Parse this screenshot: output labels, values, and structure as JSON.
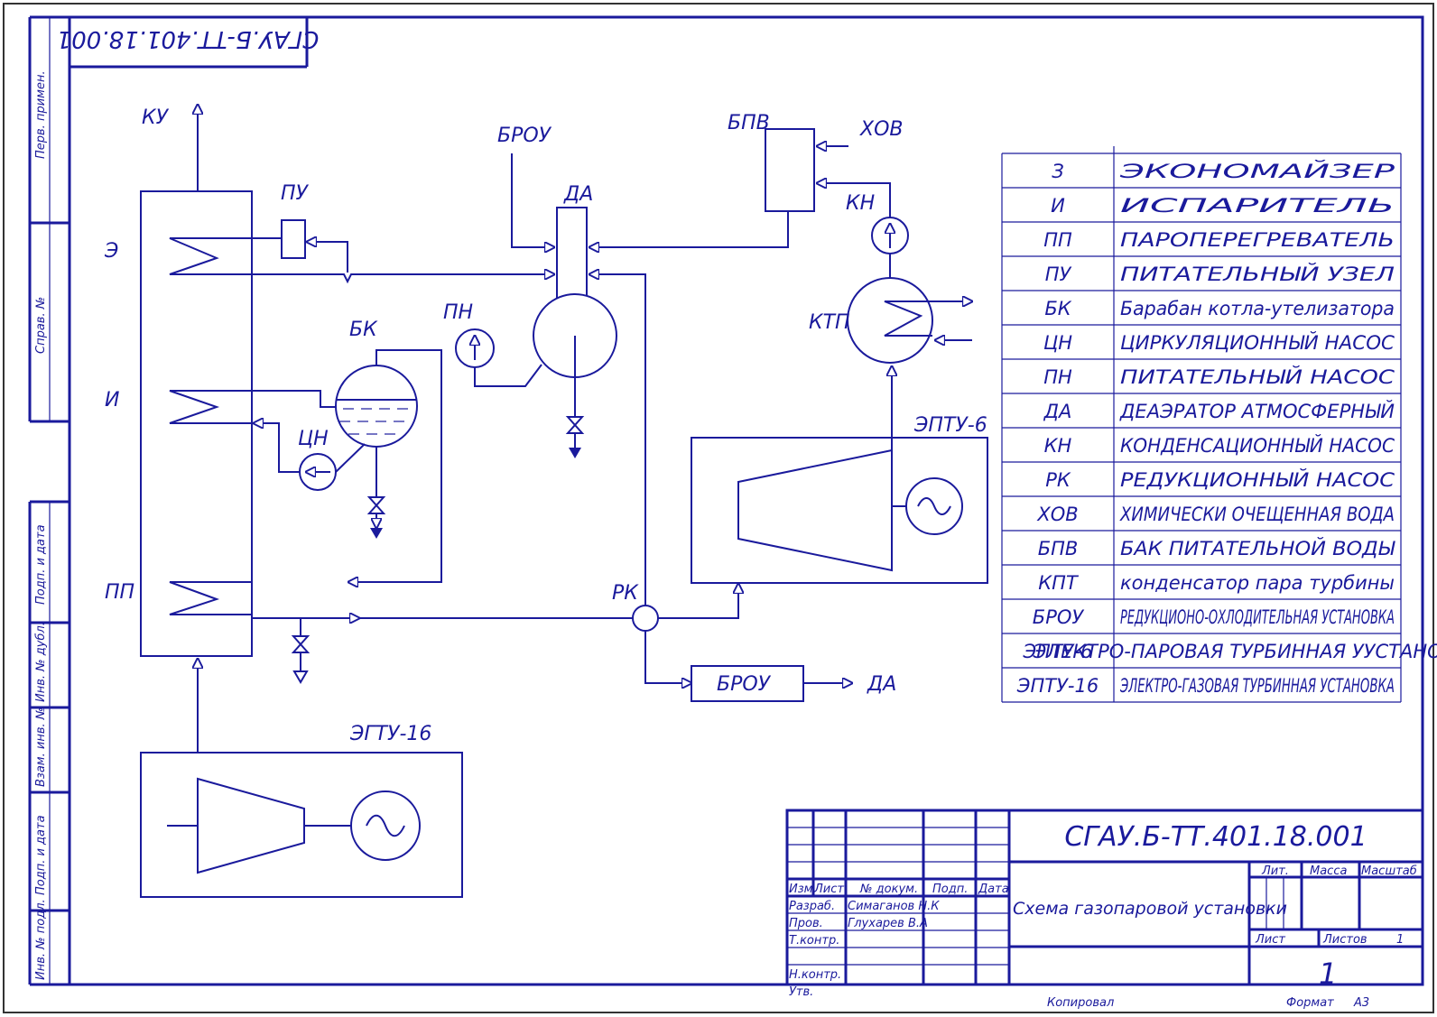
{
  "stamp": {
    "code": "СГАУ.Б-ТТ.401.18.001"
  },
  "side_strip": [
    "Перв. примен.",
    "Справ. №",
    "Подп. и дата",
    "Инв. № дубл.",
    "Взам. инв. №",
    "Подп. и дата",
    "Инв. № подл."
  ],
  "diagram": {
    "ky": "КУ",
    "e": "Э",
    "i": "И",
    "pp": "ПП",
    "py": "ПУ",
    "bk": "БК",
    "cn": "ЦН",
    "pn": "ПН",
    "brou_top": "БРОУ",
    "da": "ДА",
    "bpv": "БПВ",
    "hov": "ХОВ",
    "kn": "КН",
    "ktp": "КТП",
    "eptu6": "ЭПТУ-6",
    "rk": "РК",
    "brou_box": "БРОУ",
    "da_out": "ДА",
    "egtu16": "ЭГТУ-16"
  },
  "legend": [
    {
      "code": "З",
      "desc": "ЭКОНОМАЙЗЕР"
    },
    {
      "code": "И",
      "desc": "ИСПАРИТЕЛЬ"
    },
    {
      "code": "ПП",
      "desc": "ПАРОПЕРЕГРЕВАТЕЛЬ"
    },
    {
      "code": "ПУ",
      "desc": "ПИТАТЕЛЬНЫЙ УЗЕЛ"
    },
    {
      "code": "БК",
      "desc": "Барабан котла-утелизатора"
    },
    {
      "code": "ЦН",
      "desc": "ЦИРКУЛЯЦИОННЫЙ НАСОС"
    },
    {
      "code": "ПН",
      "desc": "ПИТАТЕЛЬНЫЙ НАСОС"
    },
    {
      "code": "ДА",
      "desc": "ДЕАЭРАТОР АТМОСФЕРНЫЙ"
    },
    {
      "code": "КН",
      "desc": "КОНДЕНСАЦИОННЫЙ НАСОС"
    },
    {
      "code": "РК",
      "desc": "РЕДУКЦИОННЫЙ НАСОС"
    },
    {
      "code": "ХОВ",
      "desc": "ХИМИЧЕСКИ ОЧЕЩЕННАЯ ВОДА"
    },
    {
      "code": "БПВ",
      "desc": "БАК ПИТАТЕЛЬНОЙ ВОДЫ"
    },
    {
      "code": "КПТ",
      "desc": "конденсатор пара турбины"
    },
    {
      "code": "БРОУ",
      "desc": "РЕДУКЦИОНО-ОХЛОДИТЕЛЬНАЯ УСТАНОВКА"
    },
    {
      "code": "ЭПТУ-6",
      "desc": "ЭЛЕКТРО-ПАРОВАЯ ТУРБИННАЯ УУСТАНОВКА"
    },
    {
      "code": "ЭПТУ-16",
      "desc": "ЭЛЕКТРО-ГАЗОВАЯ ТУРБИННАЯ УСТАНОВКА"
    }
  ],
  "title_block": {
    "code": "СГАУ.Б-ТТ.401.18.001",
    "title": "Схема газопаровой установки",
    "col_izm": "Изм.",
    "col_list": "Лист",
    "col_doc": "№ докум.",
    "col_podp": "Подп.",
    "col_date": "Дата",
    "row_razrab": "Разраб.",
    "row_prov": "Пров.",
    "row_tkontr": "Т.контр.",
    "row_nkontr": "Н.контр.",
    "row_utv": "Утв.",
    "razrab_name": "Симаганов Н.К",
    "prov_name": "Глухарев В.А",
    "lit": "Лит.",
    "massa": "Масса",
    "masshtab": "Масштаб",
    "list_label": "Лист",
    "listov_label": "Листов",
    "listov_value": "1",
    "sheet_number": "1",
    "kopiroval": "Копировал",
    "format_label": "Формат",
    "format_value": "А3"
  }
}
